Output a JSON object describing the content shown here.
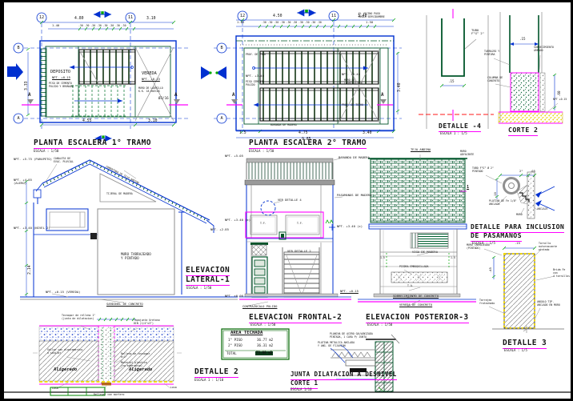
{
  "colors": {
    "blue": "#0030d0",
    "dark_green": "#00552a",
    "green": "#00a800",
    "magenta": "#ff00ff",
    "gray": "#8c8c8c",
    "red": "#ff1a1a",
    "yellow": "#f2d800"
  },
  "p1": {
    "title": "PLANTA  ESCALERA  1°  TRAMO",
    "scale": "ESCALA : 1/50",
    "grid_c1": "12",
    "grid_c2": "11",
    "grid_r1": "B",
    "grid_r2": "A",
    "sec": "A",
    "deposito": "DEPOSITO",
    "npt_dep": "NPT. +0.15",
    "nota_piso": "PISO DE CEMENTO\nPULIDO Y BRUÑADO",
    "vereda": "VEREDA",
    "npt_ver": "NPT. +0.15",
    "nota_muro": "MURO DE LADRILLO\nK.K. 18 HUECOS",
    "fierro": "Ø3/16",
    "dim_top1": "4.80",
    "dim_top2": "3.10",
    "dim_140": "1.40",
    "dim_steps": ".30 .30 .30 .30 .30 .30 .30 .30",
    "dim_left": "3.33",
    "dim_b1": "4.55",
    "dim_b2": "3.10"
  },
  "p2": {
    "title": "PLANTA  ESCALERA  2°  TRAMO",
    "scale": "ESCALA : 1/50",
    "grid_c1": "12",
    "grid_c2": "11",
    "grid_r1": "B",
    "grid_r2": "A",
    "sec": "A",
    "nota_vecino": "EL VECINO PAGO\nMEDIA SERVIDUMBRE",
    "proy_viga": "PROY. DE VIGA",
    "npt_l": "NPT. +3.40",
    "nota_piso": "PISO CEMENTO\nPULIDO",
    "npt_r": "NPT. +3.40",
    "nota_muro": "MURO DE\nLADRILLO K.K.",
    "proy_techo": "PROY. DE TECHO",
    "baranda": "BARANDA DE MADERA",
    "dim_top1": "4.50",
    "dim_top2": "3.40",
    "dim_105": "1.05",
    "dim_steps": ".30 .30 .30 .30 .30 .30 .30 .30 .30 .30",
    "dim_150": "1.50",
    "dim_right": "3.40",
    "dim_b1": "1.5",
    "dim_b2": "4.75",
    "dim_b3": "3.40",
    "dim_total": "9.85"
  },
  "d4": {
    "title": "DETALLE  -4",
    "scale": "ESCALA 1 : 1/5",
    "tubo": "TUBO\nF°G° 2\"",
    "dim": ".15"
  },
  "c2": {
    "title": "CORTE 2",
    "tarrajeo": "TARRAJEO Y\nPINTURA",
    "columna": "COLUMNA DE\nCONCRETO",
    "sobrecim": "SOBRECIMIENTO\nARMADO",
    "npt": "NPT +0.15",
    "dim_top": ".15",
    "dim_right": ".60"
  },
  "el": {
    "title1": "ELEVACION",
    "title2": "LATERAL-1",
    "scale": "ESCALA : 1/50",
    "parapeto": "NPT. +5.75 (PARAPETO)",
    "canaleta": "CANALETA DE\nEVAC. PLUVIAL",
    "cobertura": "COBERTURA DE TEJA ANDINA",
    "alero": "NPT. +4.85\n(ALERO)",
    "tijeral": "TIJERAL DE MADERA",
    "nivel2": "NPT. +3.40 (NIVEL 2)",
    "muro": "MURO TARRAJEADO\nY PINTADO",
    "alero2": "NPT. +2.85",
    "dim1": "2.14",
    "vereda": "NPT. +0.15 (VEREDA)",
    "sardinel": "SARDINEL DE CONCRETO"
  },
  "ef": {
    "title": "ELEVACION  FRONTAL-2",
    "scale": "ESCALA : 1/50",
    "npt505": "NPT. +5.05",
    "baranda": "BARANDA DE MADERA",
    "pasamanos": "PASAMANOS DE MADERA",
    "verdet4": "VER DETALLE 4",
    "npt340l": "NPT. +3.40 (±)",
    "npt340r": "NPT. +3.40 (±)",
    "tf": "T.F.",
    "verdet2": "VER DETALLE 2",
    "npt000": "NPT. ±0.00",
    "npt015": "NPT. +0.15",
    "contraz": "CONTRAZOCALO PULIDO"
  },
  "ep": {
    "title": "ELEVACION  POSTERIOR-3",
    "scale": "ESCALA : 1/50",
    "teja": "TEJA ANDINA",
    "muro_ady": "MURO\nADYACENTE",
    "uno": "1",
    "viga": "VIGA DE MADERA",
    "dim15l": "1.5",
    "dim15r": "1.5",
    "piedra": "PIEDRA EMBOQUILLADA",
    "ta": "T.A.",
    "sobrecim": "SOBRECIMIENTO DE CONCRETO",
    "vereda": "VEREDA DE CONCRETO"
  },
  "pas": {
    "title1": "DETALLE  PARA  INCLUSION",
    "title2": "DE  PASAMANOS",
    "scale": "ESCALA : 1/5",
    "tubo": "TUBO F°G° Ø 2\"\nPINTADO",
    "d2in": "2\"",
    "d05": ".05",
    "d10": ".10",
    "platina": "PLATINA DE Fe 1/8\"\nANCLADA",
    "anclaje": "ANCLAJE",
    "muro": "MURO"
  },
  "d3": {
    "title": "DETALLE  3",
    "scale": "ESCALA : 1/5",
    "dtop": ".15",
    "dleft": ".45",
    "muro": "MURO TARRAJEADO\n(PINTADO)",
    "tornillo": "Tornillo autoroscante\npintado",
    "brida": "Brida Fe con\n4 tornillos",
    "tarrajeo": "Tarrajeo\nfrotachado",
    "angulo": "ANGULO TIP.\nANCLADO EN MURO"
  },
  "d2": {
    "title": "DETALLE  2",
    "scale": "ESCALA 1 : 1/10",
    "tecnopor": "Tecnopor de relleno 1\"\n(junta de dilatacion)",
    "tapajunta": "Tapajunta Uretano\nDIN (1/4\"x3\")",
    "sellar": "Sellar con elastomerico\no similar",
    "relleno": "Relleno de tecnopor\ne=1\"",
    "plastico": "Material plastico\n(no adherente)",
    "alig_l": "Aligerado",
    "alig_r": "Aligerado",
    "losa_l": "Losa",
    "mortero": "Rellenar con mortero",
    "losa_r": "Losa"
  },
  "tb": {
    "header": "AREA  TECHADA",
    "r1c1": "1° PISO",
    "r1c2": "36.77 m2",
    "r2c1": "2° PISO",
    "r2c2": "36.31 m2",
    "total": "TOTAL",
    "total_v": "73.08 m2"
  },
  "ju": {
    "title1": "JUNTA  DILATACION  A  DESNIVEL",
    "title2": "CORTE  1",
    "scale": "ESCALA 1/10",
    "plancha": "PLANCHA DE ACERO GALVANIZADA\nPINTADA, 1 CARA P/ JUNTA",
    "platina": "PLATINA METALICA ANCLADA\nY ANG. DE FIJACION",
    "dos": "2"
  }
}
